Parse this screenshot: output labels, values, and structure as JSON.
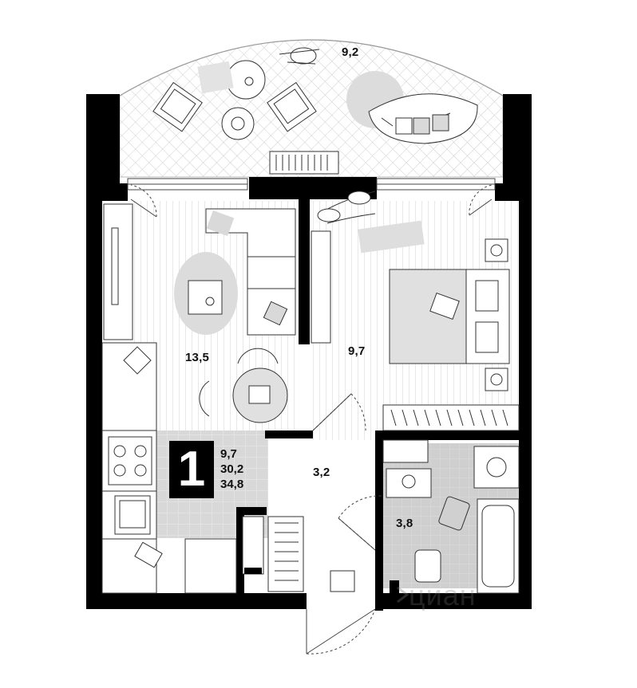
{
  "rooms": [
    {
      "id": "balcony",
      "area": "9,2"
    },
    {
      "id": "living-room",
      "area": "13,5"
    },
    {
      "id": "bedroom",
      "area": "9,7"
    },
    {
      "id": "hallway",
      "area": "3,2"
    },
    {
      "id": "bathroom",
      "area": "3,8"
    }
  ],
  "summary": {
    "rooms_count": "1",
    "living_area": "9,7",
    "area_2": "30,2",
    "total_area": "34,8"
  },
  "watermark": {
    "text": "циан",
    "icon": "cian-logo-icon"
  },
  "colors": {
    "wall": "#000000",
    "floor_lines": "#d6d6d6",
    "tile": "#dddddd",
    "tile_dark": "#c4c4c4",
    "furniture_gray": "#d9d9d9"
  }
}
